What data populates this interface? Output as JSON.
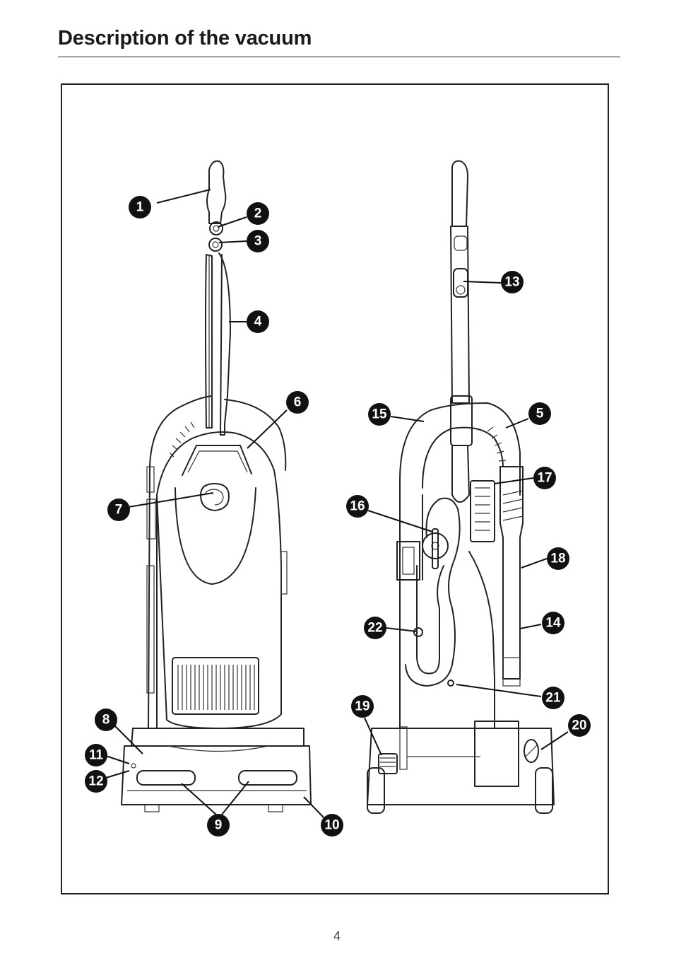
{
  "title": "Description of the vacuum",
  "page_number": "4",
  "callouts": [
    "1",
    "2",
    "3",
    "4",
    "5",
    "6",
    "7",
    "8",
    "9",
    "10",
    "11",
    "12",
    "13",
    "14",
    "15",
    "16",
    "17",
    "18",
    "19",
    "20",
    "21",
    "22"
  ]
}
